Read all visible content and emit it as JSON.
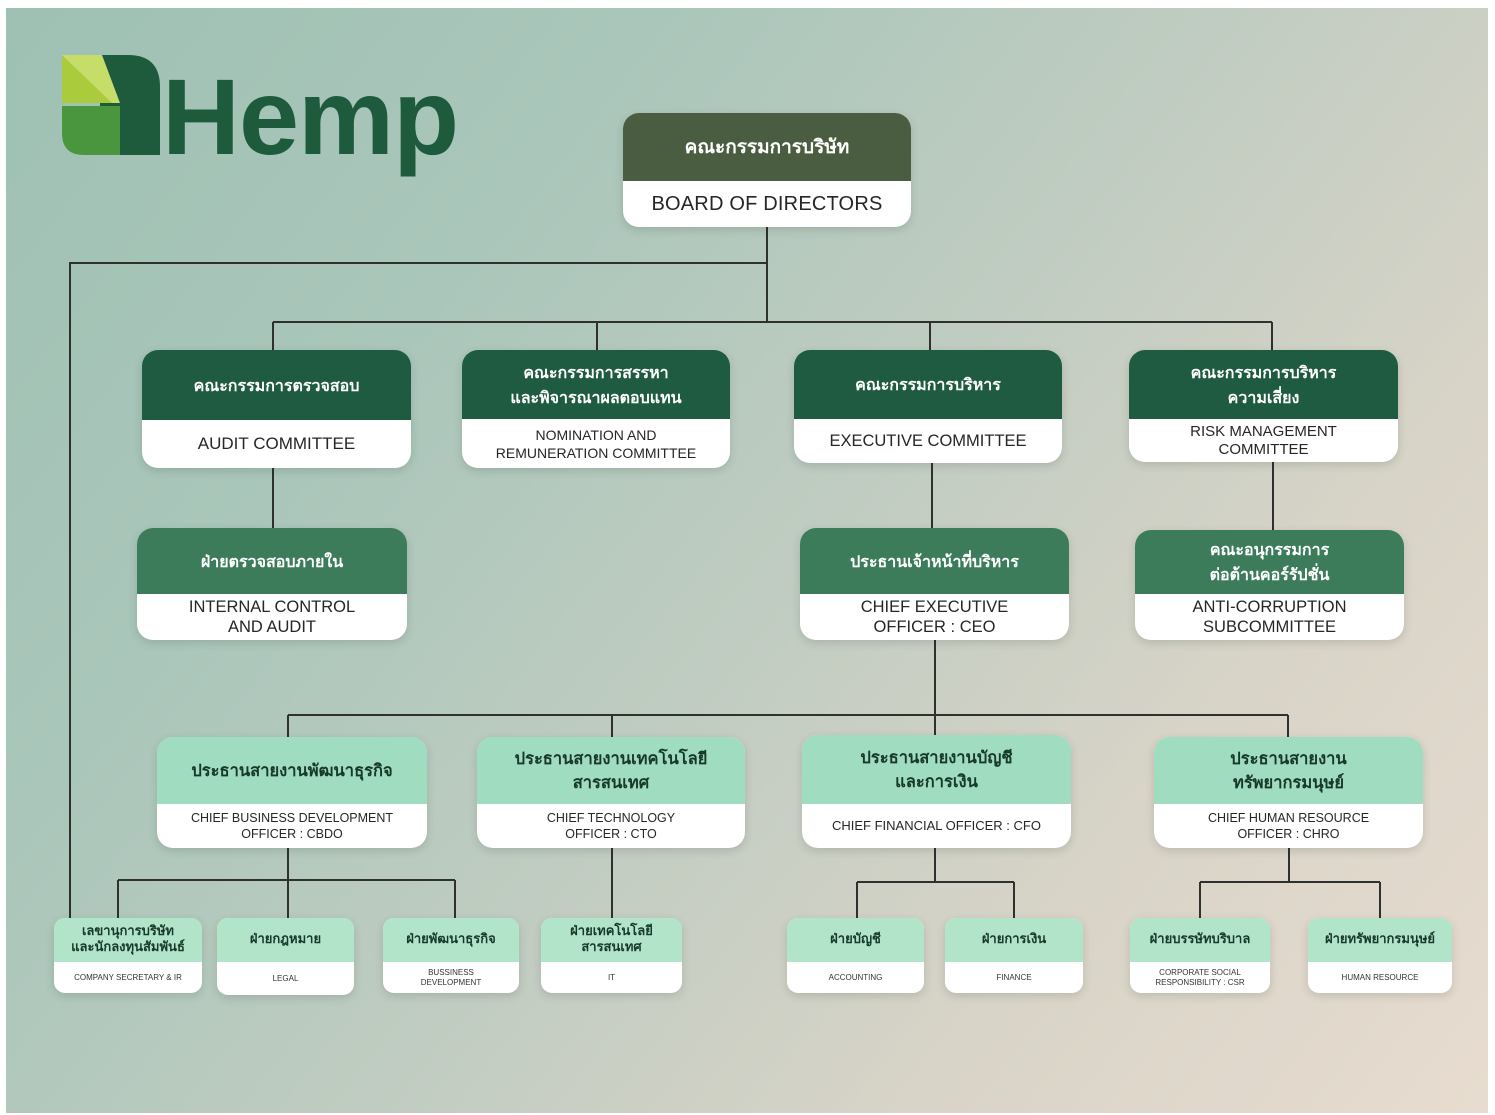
{
  "logo": {
    "text": "Hemp"
  },
  "colors": {
    "board_header": "#4b5d40",
    "committee_header": "#1f5b40",
    "unit_header": "#3c7c5b",
    "chief_header": "#a0dcbf",
    "department_header": "#b2e4ca",
    "header_text_dark": "#17392b",
    "connector": "#2e312e",
    "logo_dark": "#1e5b3c",
    "logo_lime": "#a9cb3c",
    "logo_lime_light": "#c6dd6a",
    "logo_green": "#4a963f"
  },
  "board": {
    "th": [
      "คณะกรรมการบริษัท"
    ],
    "en": [
      "BOARD OF DIRECTORS"
    ]
  },
  "committees": {
    "audit": {
      "th": [
        "คณะกรรมการตรวจสอบ"
      ],
      "en": [
        "AUDIT COMMITTEE"
      ]
    },
    "nomination": {
      "th": [
        "คณะกรรมการสรรหา",
        "และพิจารณาผลตอบแทน"
      ],
      "en": [
        "NOMINATION AND",
        "REMUNERATION COMMITTEE"
      ]
    },
    "executive": {
      "th": [
        "คณะกรรมการบริหาร"
      ],
      "en": [
        "EXECUTIVE COMMITTEE"
      ]
    },
    "risk": {
      "th": [
        "คณะกรรมการบริหาร",
        "ความเสี่ยง"
      ],
      "en": [
        "RISK MANAGEMENT",
        "COMMITTEE"
      ]
    }
  },
  "units": {
    "internal_audit": {
      "th": [
        "ฝ่ายตรวจสอบภายใน"
      ],
      "en": [
        "INTERNAL CONTROL",
        "AND AUDIT"
      ]
    },
    "ceo": {
      "th": [
        "ประธานเจ้าหน้าที่บริหาร"
      ],
      "en": [
        "CHIEF EXECUTIVE",
        "OFFICER : CEO"
      ]
    },
    "anti_corruption": {
      "th": [
        "คณะอนุกรรมการ",
        "ต่อต้านคอร์รัปชั่น"
      ],
      "en": [
        "ANTI-CORRUPTION",
        "SUBCOMMITTEE"
      ]
    }
  },
  "chiefs": {
    "cbdo": {
      "th": [
        "ประธานสายงานพัฒนาธุรกิจ"
      ],
      "en": [
        "CHIEF BUSINESS DEVELOPMENT",
        "OFFICER : CBDO"
      ]
    },
    "cto": {
      "th": [
        "ประธานสายงานเทคโนโลยี",
        "สารสนเทศ"
      ],
      "en": [
        "CHIEF TECHNOLOGY",
        "OFFICER : CTO"
      ]
    },
    "cfo": {
      "th": [
        "ประธานสายงานบัญชี",
        "และการเงิน"
      ],
      "en": [
        "CHIEF FINANCIAL OFFICER : CFO"
      ]
    },
    "chro": {
      "th": [
        "ประธานสายงาน",
        "ทรัพยากรมนุษย์"
      ],
      "en": [
        "CHIEF HUMAN RESOURCE",
        "OFFICER : CHRO"
      ]
    }
  },
  "departments": {
    "company_secretary": {
      "th": [
        "เลขานุการบริษัท",
        "และนักลงทุนสัมพันธ์"
      ],
      "en": [
        "COMPANY SECRETARY & IR"
      ]
    },
    "legal": {
      "th": [
        "ฝ่ายกฎหมาย"
      ],
      "en": [
        "LEGAL"
      ]
    },
    "business_development": {
      "th": [
        "ฝ่ายพัฒนาธุรกิจ"
      ],
      "en": [
        "BUSSINESS",
        "DEVELOPMENT"
      ]
    },
    "it": {
      "th": [
        "ฝ่ายเทคโนโลยี",
        "สารสนเทศ"
      ],
      "en": [
        "IT"
      ]
    },
    "accounting": {
      "th": [
        "ฝ่ายบัญชี"
      ],
      "en": [
        "ACCOUNTING"
      ]
    },
    "finance": {
      "th": [
        "ฝ่ายการเงิน"
      ],
      "en": [
        "FINANCE"
      ]
    },
    "csr": {
      "th": [
        "ฝ่ายบรรษัทบริบาล"
      ],
      "en": [
        "CORPORATE SOCIAL",
        "RESPONSIBILITY : CSR"
      ]
    },
    "human_resource": {
      "th": [
        "ฝ่ายทรัพยากรมนุษย์"
      ],
      "en": [
        "HUMAN RESOURCE"
      ]
    }
  }
}
